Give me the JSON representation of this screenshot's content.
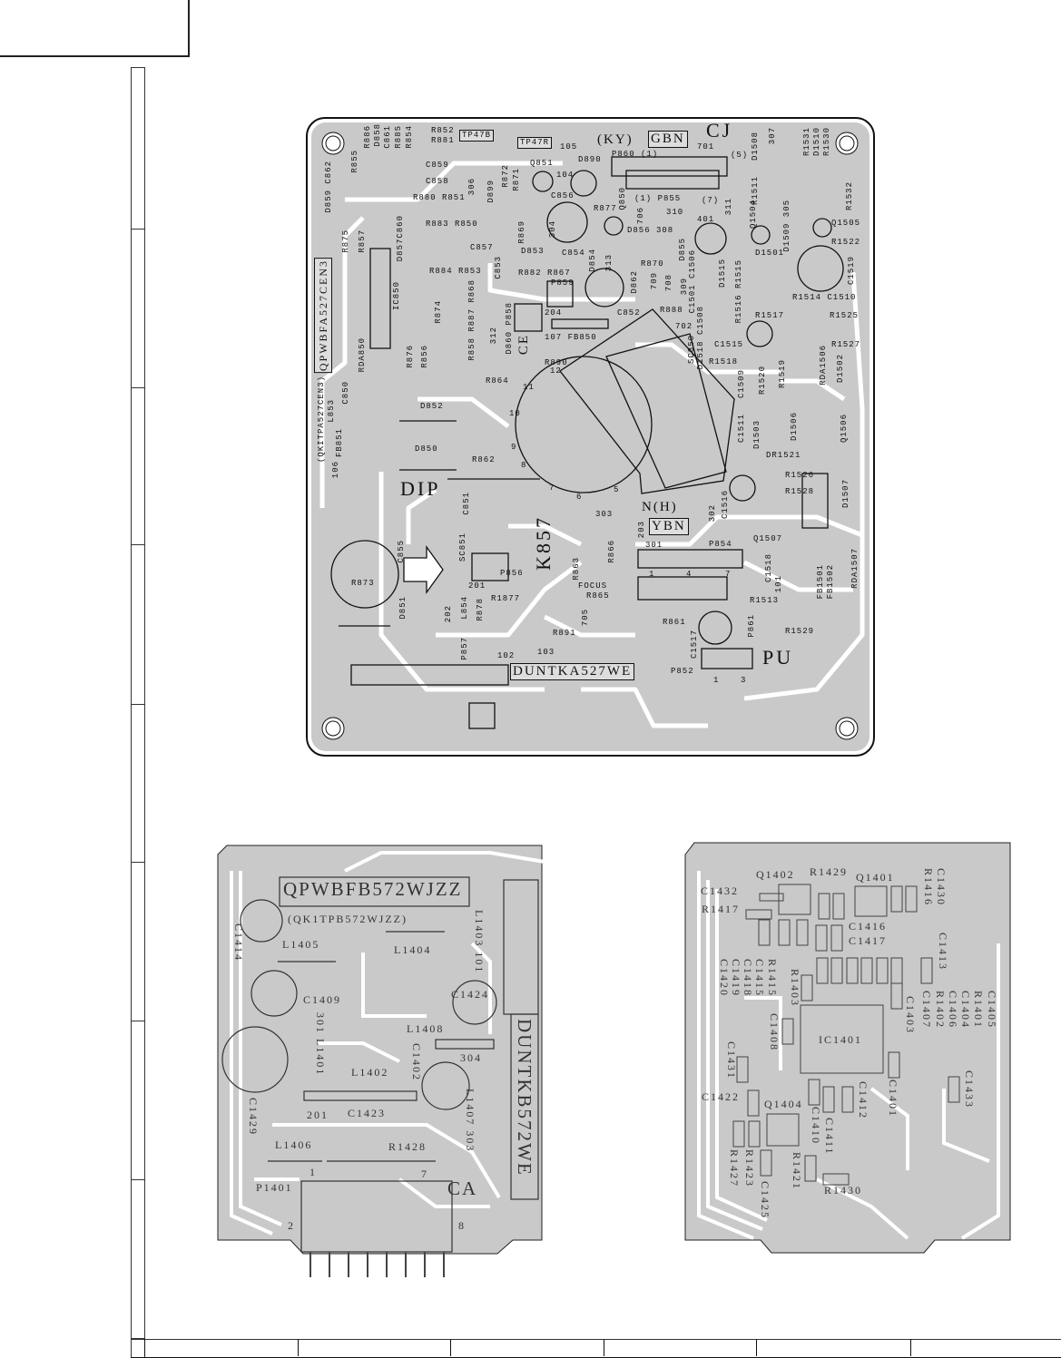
{
  "main_board": {
    "labels": [
      "R852",
      "R881",
      "TP47B",
      "TP47R",
      "105",
      "(KY)",
      "GBN",
      "CJ",
      "701",
      "P860 (1)",
      "(5)",
      "D890",
      "Q851",
      "C859",
      "C858",
      "R880 R851",
      "104",
      "C856",
      "R877",
      "(1) P855",
      "(7)",
      "310",
      "401",
      "R883 R850",
      "D856 308",
      "C857",
      "D853",
      "C854",
      "R870",
      "R884 R853",
      "R882 R867",
      "P859",
      "204",
      "C852",
      "R888",
      "702",
      "107 FB850",
      "R890",
      "R864",
      "D852",
      "D850",
      "R862",
      "R873",
      "DIP",
      "P856",
      "201",
      "R1877",
      "FOCUS",
      "R865",
      "R891",
      "103",
      "102",
      "DUNTKA527WE",
      "P852",
      "1",
      "3",
      "PU",
      "R1529",
      "R861",
      "R1513",
      "301",
      "P854",
      "1",
      "4",
      "7",
      "N(H)",
      "YBN",
      "303",
      "Q1507",
      "R1526",
      "R1528",
      "R1514 C1510",
      "R1517",
      "R1525",
      "R1527",
      "C1515",
      "R1518",
      "D1501",
      "R1522",
      "Q1505",
      "DR1521"
    ],
    "vertical_labels": [
      "D859 C862",
      "R855",
      "R886",
      "D858",
      "C861",
      "R885",
      "R854",
      "306",
      "D899",
      "R872",
      "R871",
      "Q850",
      "706",
      "311",
      "R875",
      "R857",
      "QPWBFA527CEN3",
      "D857C860",
      "IC850",
      "RDA850",
      "R876",
      "R856",
      "R874",
      "R858 R887 R868",
      "C853",
      "D860 P858",
      "312",
      "CE",
      "R869",
      "304",
      "D854",
      "313",
      "D862",
      "709",
      "708",
      "309",
      "D855",
      "C1501 C1506",
      "D1518 C1508",
      "R1516 R1515",
      "D1515",
      "C1509",
      "R1520",
      "R1519",
      "RDA1506",
      "D1502",
      "C1511",
      "D1503",
      "D1506",
      "Q1506",
      "C1519",
      "R1532",
      "Q1504",
      "D1509 305",
      "R1511",
      "D1508",
      "307",
      "R1531",
      "D1510",
      "R1530",
      "(QKITPA527CEN3)",
      "L853",
      "FB851",
      "C850",
      "106",
      "C851",
      "SC851",
      "K857",
      "C855",
      "D851",
      "202",
      "L854",
      "R878",
      "P857",
      "R863",
      "R866",
      "203",
      "705",
      "C1517",
      "P861",
      "302",
      "C1516",
      "D1507",
      "C1518",
      "101",
      "FB1501",
      "FB1502",
      "RDA1507",
      "SC850"
    ],
    "dial_numbers": [
      "12",
      "11",
      "10",
      "9",
      "8",
      "7",
      "6",
      "5"
    ]
  },
  "board_ca": {
    "labels": [
      "QPWBFB572WJZZ",
      "(QK1TPB572WJZZ)",
      "L1404",
      "L1405",
      "C1409",
      "C1424",
      "L1408",
      "304",
      "L1402",
      "201",
      "C1423",
      "L1406",
      "R1428",
      "1",
      "7",
      "P1401",
      "CA",
      "2",
      "8"
    ],
    "vertical_labels": [
      "C1414",
      "C1429",
      "301 L1401",
      "C1402",
      "L1403 101",
      "L1407 303",
      "DUNTKB572WE"
    ]
  },
  "board_ca_back": {
    "labels": [
      "Q1402",
      "R1429",
      "Q1401",
      "C1432",
      "R1417",
      "C1416",
      "C1417",
      "IC1401",
      "C1422",
      "Q1404",
      "R1430"
    ],
    "vertical_labels": [
      "C1430",
      "R1416",
      "C1413",
      "R1415",
      "C1415",
      "C1418",
      "C1419",
      "C1420",
      "R1403",
      "C1403",
      "C1407",
      "R1402",
      "C1406",
      "C1404",
      "R1401",
      "C1405",
      "C1408",
      "C1431",
      "C1412",
      "C1401",
      "C1433",
      "C1410",
      "C1411",
      "R1427",
      "R1423",
      "C1425",
      "R1421"
    ]
  },
  "colors": {
    "board": "#c9c9c9",
    "trace": "#ffffff",
    "ink": "#111111"
  }
}
